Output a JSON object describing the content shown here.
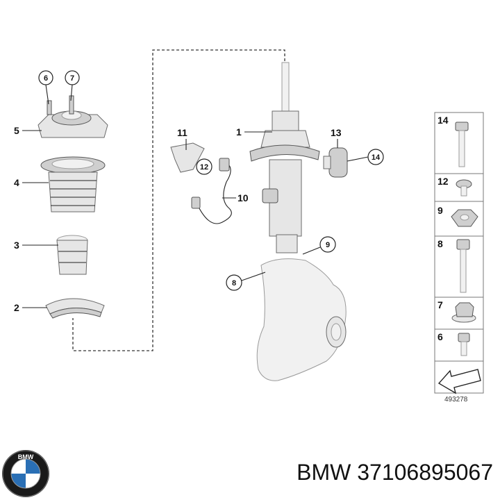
{
  "diagram": {
    "callouts": [
      "1",
      "2",
      "3",
      "4",
      "5",
      "6",
      "7",
      "8",
      "9",
      "10",
      "11",
      "12",
      "13",
      "14"
    ],
    "parts_table": [
      "14",
      "12",
      "9",
      "8",
      "7",
      "6"
    ],
    "diagram_id": "493278"
  },
  "footer": {
    "brand_logo_text": "BMW",
    "title": "BMW 37106895067"
  }
}
